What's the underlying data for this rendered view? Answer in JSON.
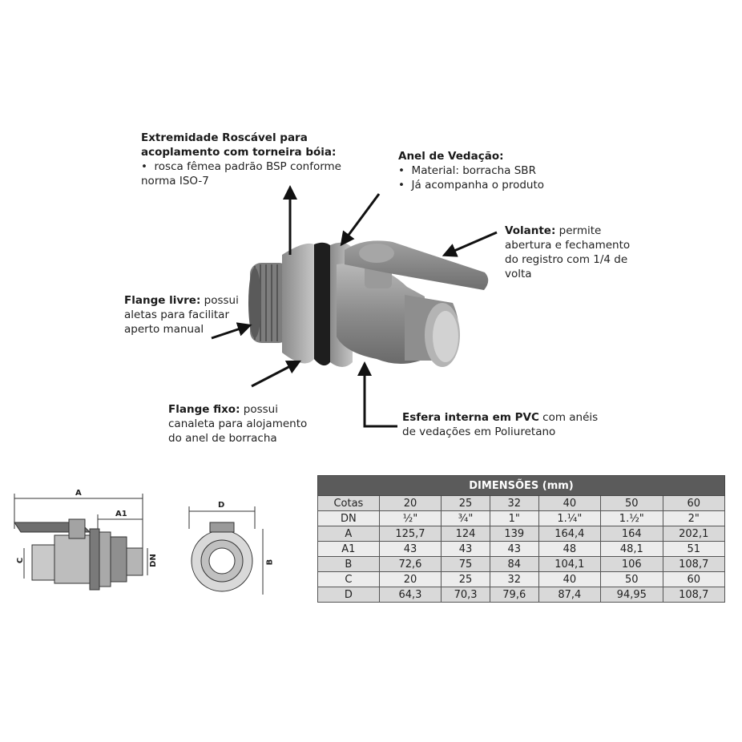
{
  "callouts": {
    "roscavel": {
      "title": "Extremidade Roscável para acoplamento com torneira bóia:",
      "bullets": [
        "rosca fêmea padrão BSP conforme norma ISO-7"
      ]
    },
    "anel": {
      "title": "Anel de Vedação:",
      "bullets": [
        "Material: borracha SBR",
        "Já acompanha o produto"
      ]
    },
    "volante": {
      "title": "Volante:",
      "text": " permite abertura e fechamento do registro com 1/4 de volta"
    },
    "flange_livre": {
      "title": "Flange livre:",
      "text": " possui aletas para facilitar aperto manual"
    },
    "flange_fixo": {
      "title": "Flange fixo:",
      "text": " possui canaleta para alojamento do anel de borracha"
    },
    "esfera": {
      "title": "Esfera interna em PVC",
      "text": " com anéis de vedações em Poliuretano"
    }
  },
  "drawing_labels": {
    "A": "A",
    "A1": "A1",
    "C": "C",
    "DN": "DN",
    "D": "D",
    "B": "B"
  },
  "table": {
    "title": "DIMENSÕES (mm)",
    "rows": [
      [
        "Cotas",
        "20",
        "25",
        "32",
        "40",
        "50",
        "60"
      ],
      [
        "DN",
        "½\"",
        "¾\"",
        "1\"",
        "1.¼\"",
        "1.½\"",
        "2\""
      ],
      [
        "A",
        "125,7",
        "124",
        "139",
        "164,4",
        "164",
        "202,1"
      ],
      [
        "A1",
        "43",
        "43",
        "43",
        "48",
        "48,1",
        "51"
      ],
      [
        "B",
        "72,6",
        "75",
        "84",
        "104,1",
        "106",
        "108,7"
      ],
      [
        "C",
        "20",
        "25",
        "32",
        "40",
        "50",
        "60"
      ],
      [
        "D",
        "64,3",
        "70,3",
        "79,6",
        "87,4",
        "94,95",
        "108,7"
      ]
    ]
  },
  "colors": {
    "product_grey": "#8a8a8a",
    "table_header": "#5b5b5b",
    "table_odd": "#d9d9d9",
    "table_even": "#ececec"
  }
}
